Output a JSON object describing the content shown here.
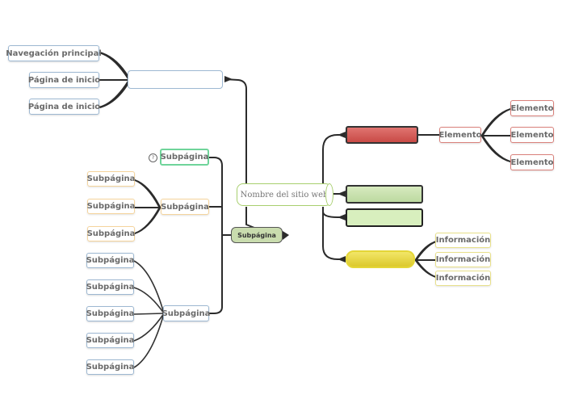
{
  "central": {
    "label": "Nombre del sitio web"
  },
  "left_top": {
    "items": [
      "Navegación principal",
      "Página de inicio",
      "Página de inicio"
    ]
  },
  "left_bottom": {
    "center_label": "Subpágina",
    "branch_green": {
      "label": "Subpágina",
      "badge": "?"
    },
    "branch_orange": {
      "label": "Subpágina",
      "children": [
        "Subpágina",
        "Subpágina",
        "Subpágina"
      ]
    },
    "branch_blue": {
      "label": "Subpágina",
      "children": [
        "Subpágina",
        "Subpágina",
        "Subpágina",
        "Subpágina",
        "Subpágina"
      ]
    }
  },
  "right": {
    "red_branch": {
      "child_label": "Elemento",
      "leaves": [
        "Elemento",
        "Elemento",
        "Elemento"
      ]
    },
    "yellow_branch": {
      "leaves": [
        "Información",
        "Información",
        "Información"
      ]
    }
  },
  "colors": {
    "connector": "#2b2b2b",
    "red_fill": "#d9605c",
    "green_fill": "#c7e0ad",
    "yellow_fill": "#e8dc4a",
    "blue_border": "#9db8d2",
    "orange_border": "#f5d49c"
  }
}
